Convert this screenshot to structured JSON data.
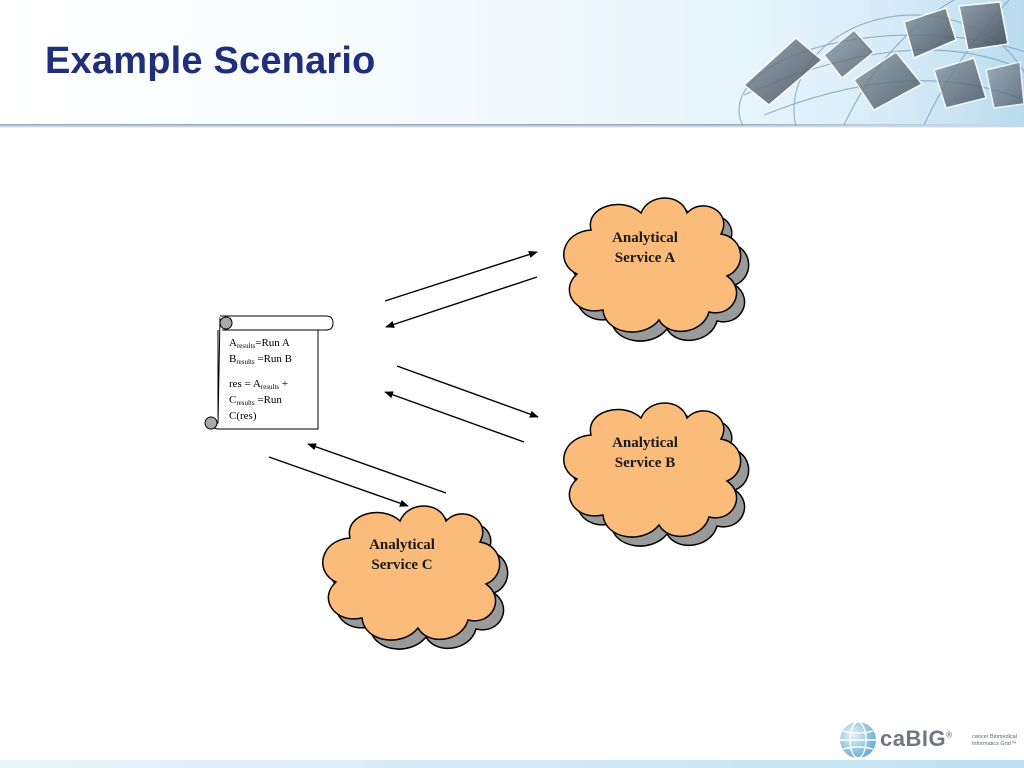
{
  "slide": {
    "title": "Example Scenario"
  },
  "diagram": {
    "services": [
      {
        "line1": "Analytical",
        "line2": "Service A"
      },
      {
        "line1": "Analytical",
        "line2": "Service B"
      },
      {
        "line1": "Analytical",
        "line2": "Service C"
      }
    ],
    "script_lines": {
      "l1_main": "A",
      "l1_sub": "results",
      "l1_rest": "=Run A",
      "l2_main": "B",
      "l2_sub": "results",
      "l2_rest": " =Run B",
      "l3_main": "res = A",
      "l3_sub": "results",
      "l3_rest": " +",
      "l4_main": "C",
      "l4_sub": "results",
      "l4_rest": " =Run",
      "l5": "C(res)"
    },
    "colors": {
      "cloud_fill": "#fbbb7b",
      "cloud_shadow": "#9a9a9a",
      "outline": "#000000",
      "title": "#1f2f7a"
    }
  },
  "footer": {
    "logo_word": "caBIG",
    "logo_tm": "®",
    "logo_sub_line1": "cancer Biomedical",
    "logo_sub_line2": "Informatics Grid™"
  }
}
